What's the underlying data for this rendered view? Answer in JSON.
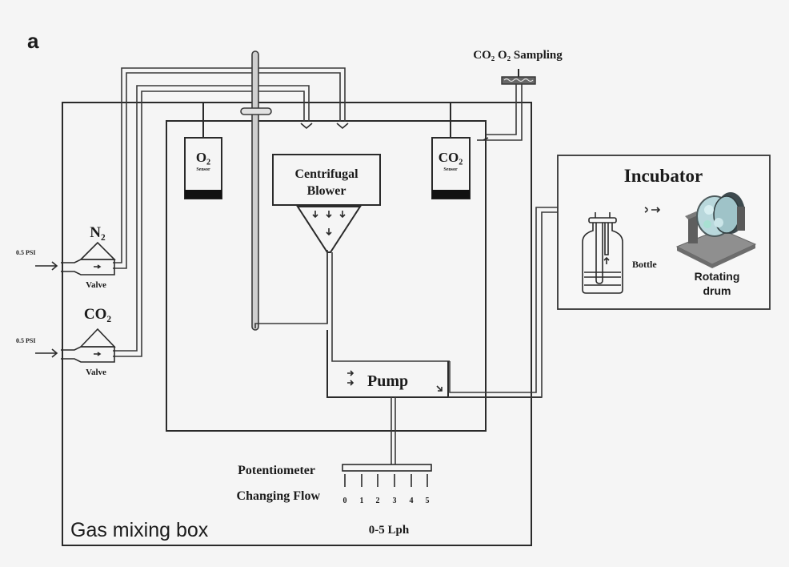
{
  "panel_label": "a",
  "gas_mixing_box": {
    "label": "Gas mixing box",
    "sampling_label": "CO₂ O₂ Sampling",
    "o2_sensor": {
      "label": "O₂",
      "sublabel": "Sensor"
    },
    "co2_sensor": {
      "label": "CO₂",
      "sublabel": "Sensor"
    },
    "blower": {
      "line1": "Centrifugal",
      "line2": "Blower"
    },
    "pump": {
      "label": "Pump"
    },
    "n2_valve": {
      "gas": "N₂",
      "pressure": "0.5 PSI",
      "label": "Valve"
    },
    "co2_valve": {
      "gas": "CO₂",
      "pressure": "0.5 PSI",
      "label": "Valve"
    },
    "potentiometer": {
      "line1": "Potentiometer",
      "line2": "Changing Flow",
      "ticks": [
        "0",
        "1",
        "2",
        "3",
        "4",
        "5"
      ],
      "range_label": "0-5 Lph"
    }
  },
  "incubator": {
    "title": "Incubator",
    "bottle_label": "Bottle",
    "drum_line1": "Rotating",
    "drum_line2": "drum"
  }
}
